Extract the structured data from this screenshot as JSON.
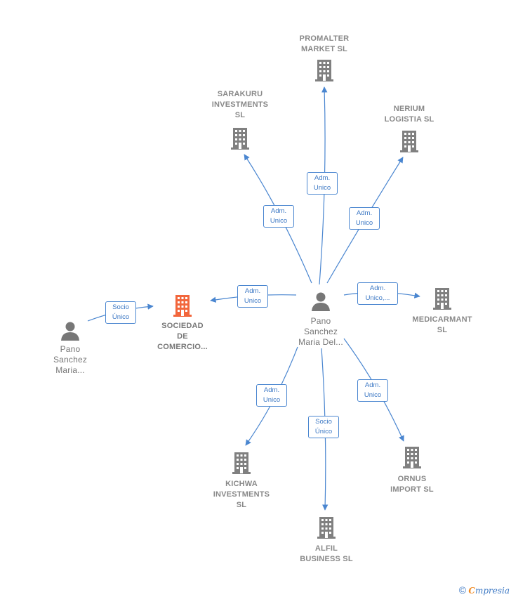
{
  "colors": {
    "edge": "#4a86d0",
    "company": "#808080",
    "focus": "#f2663c",
    "person": "#777777"
  },
  "nodes": {
    "center": {
      "label": "Pano\nSanchez\nMaria Del..."
    },
    "left_person": {
      "label": "Pano\nSanchez\nMaria..."
    },
    "focus": {
      "label": "SOCIEDAD\nDE\nCOMERCIO..."
    },
    "promalter": {
      "label": "PROMALTER\nMARKET  SL"
    },
    "sarakuru": {
      "label": "SARAKURU\nINVESTMENTS\nSL"
    },
    "nerium": {
      "label": "NERIUM\nLOGISTIA  SL"
    },
    "medicarmant": {
      "label": "MEDICARMANT\nSL"
    },
    "ornus": {
      "label": "ORNUS\nIMPORT  SL"
    },
    "alfil": {
      "label": "ALFIL\nBUSINESS SL"
    },
    "kichwa": {
      "label": "KICHWA\nINVESTMENTS\nSL"
    }
  },
  "edges": {
    "promalter": {
      "label": "Adm.\nUnico"
    },
    "sarakuru": {
      "label": "Adm.\nUnico"
    },
    "nerium": {
      "label": "Adm.\nUnico"
    },
    "medicarmant": {
      "label": "Adm.\nUnico,..."
    },
    "focus": {
      "label": "Adm.\nUnico"
    },
    "ornus": {
      "label": "Adm.\nUnico"
    },
    "alfil": {
      "label": "Socio\nÚnico"
    },
    "kichwa": {
      "label": "Adm.\nUnico"
    },
    "left_person": {
      "label": "Socio\nÚnico"
    }
  },
  "footer": {
    "copyright": "©",
    "brand_e": "C",
    "brand_rest": "mpresia"
  }
}
